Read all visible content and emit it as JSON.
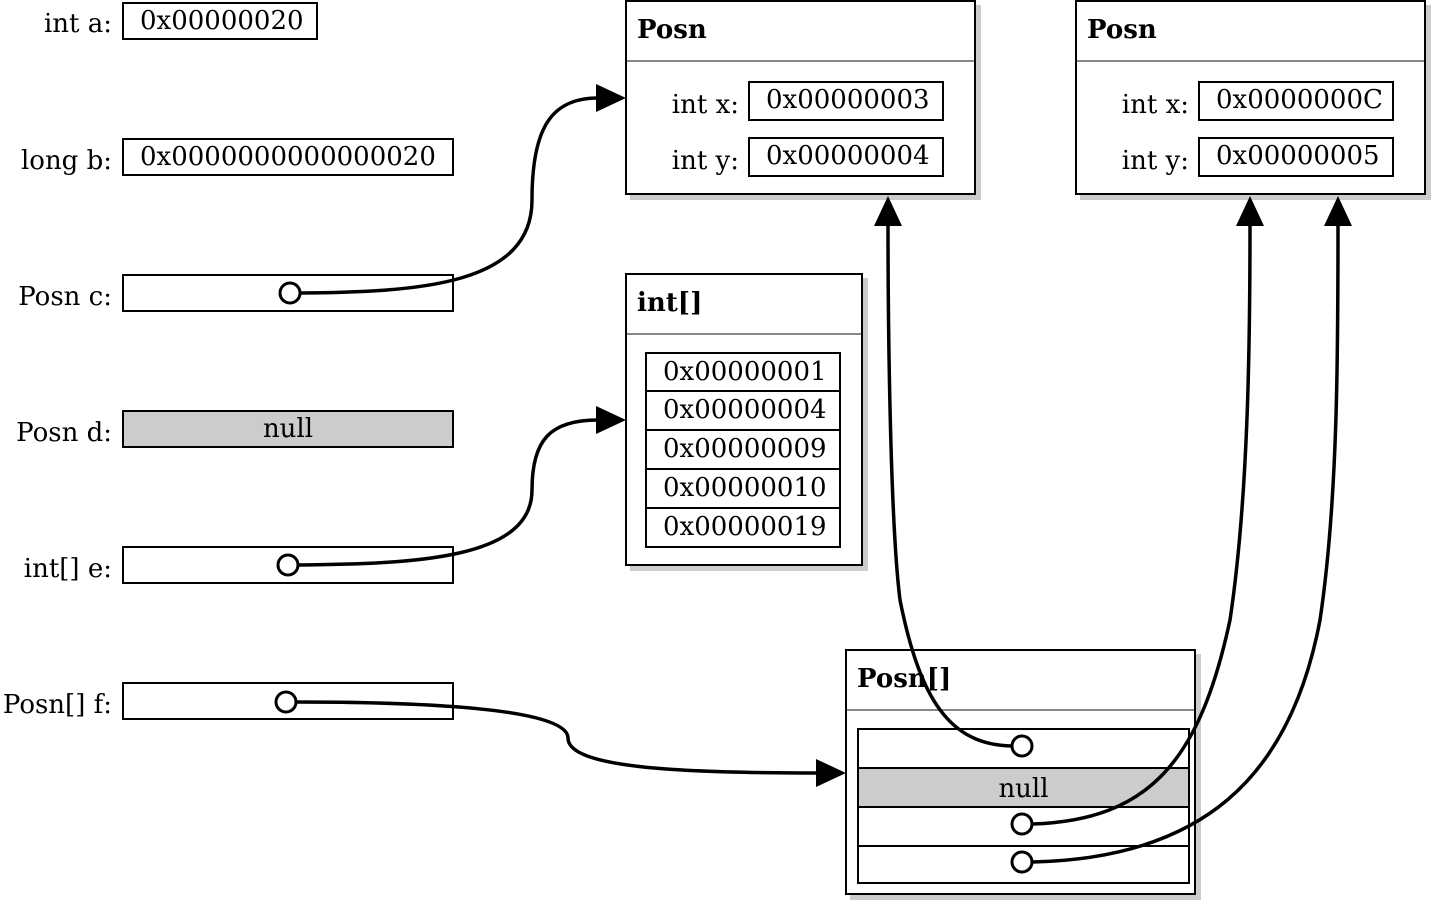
{
  "stack": {
    "a": {
      "label": "int a:",
      "value": "0x00000020"
    },
    "b": {
      "label": "long b:",
      "value": "0x0000000000000020"
    },
    "c": {
      "label": "Posn c:"
    },
    "d": {
      "label": "Posn d:",
      "value": "null"
    },
    "e": {
      "label": "int[] e:"
    },
    "f": {
      "label": "Posn[] f:"
    }
  },
  "heap": {
    "posn1": {
      "title": "Posn",
      "x_label": "int x:",
      "x_value": "0x00000003",
      "y_label": "int y:",
      "y_value": "0x00000004"
    },
    "posn2": {
      "title": "Posn",
      "x_label": "int x:",
      "x_value": "0x0000000C",
      "y_label": "int y:",
      "y_value": "0x00000005"
    },
    "int_array": {
      "title": "int[]",
      "values": [
        "0x00000001",
        "0x00000004",
        "0x00000009",
        "0x00000010",
        "0x00000019"
      ]
    },
    "posn_array": {
      "title": "Posn[]",
      "slot1": "null"
    }
  },
  "colors": {
    "null_fill": "#cccccc",
    "shadow": "#cccccc",
    "separator": "#888888"
  }
}
